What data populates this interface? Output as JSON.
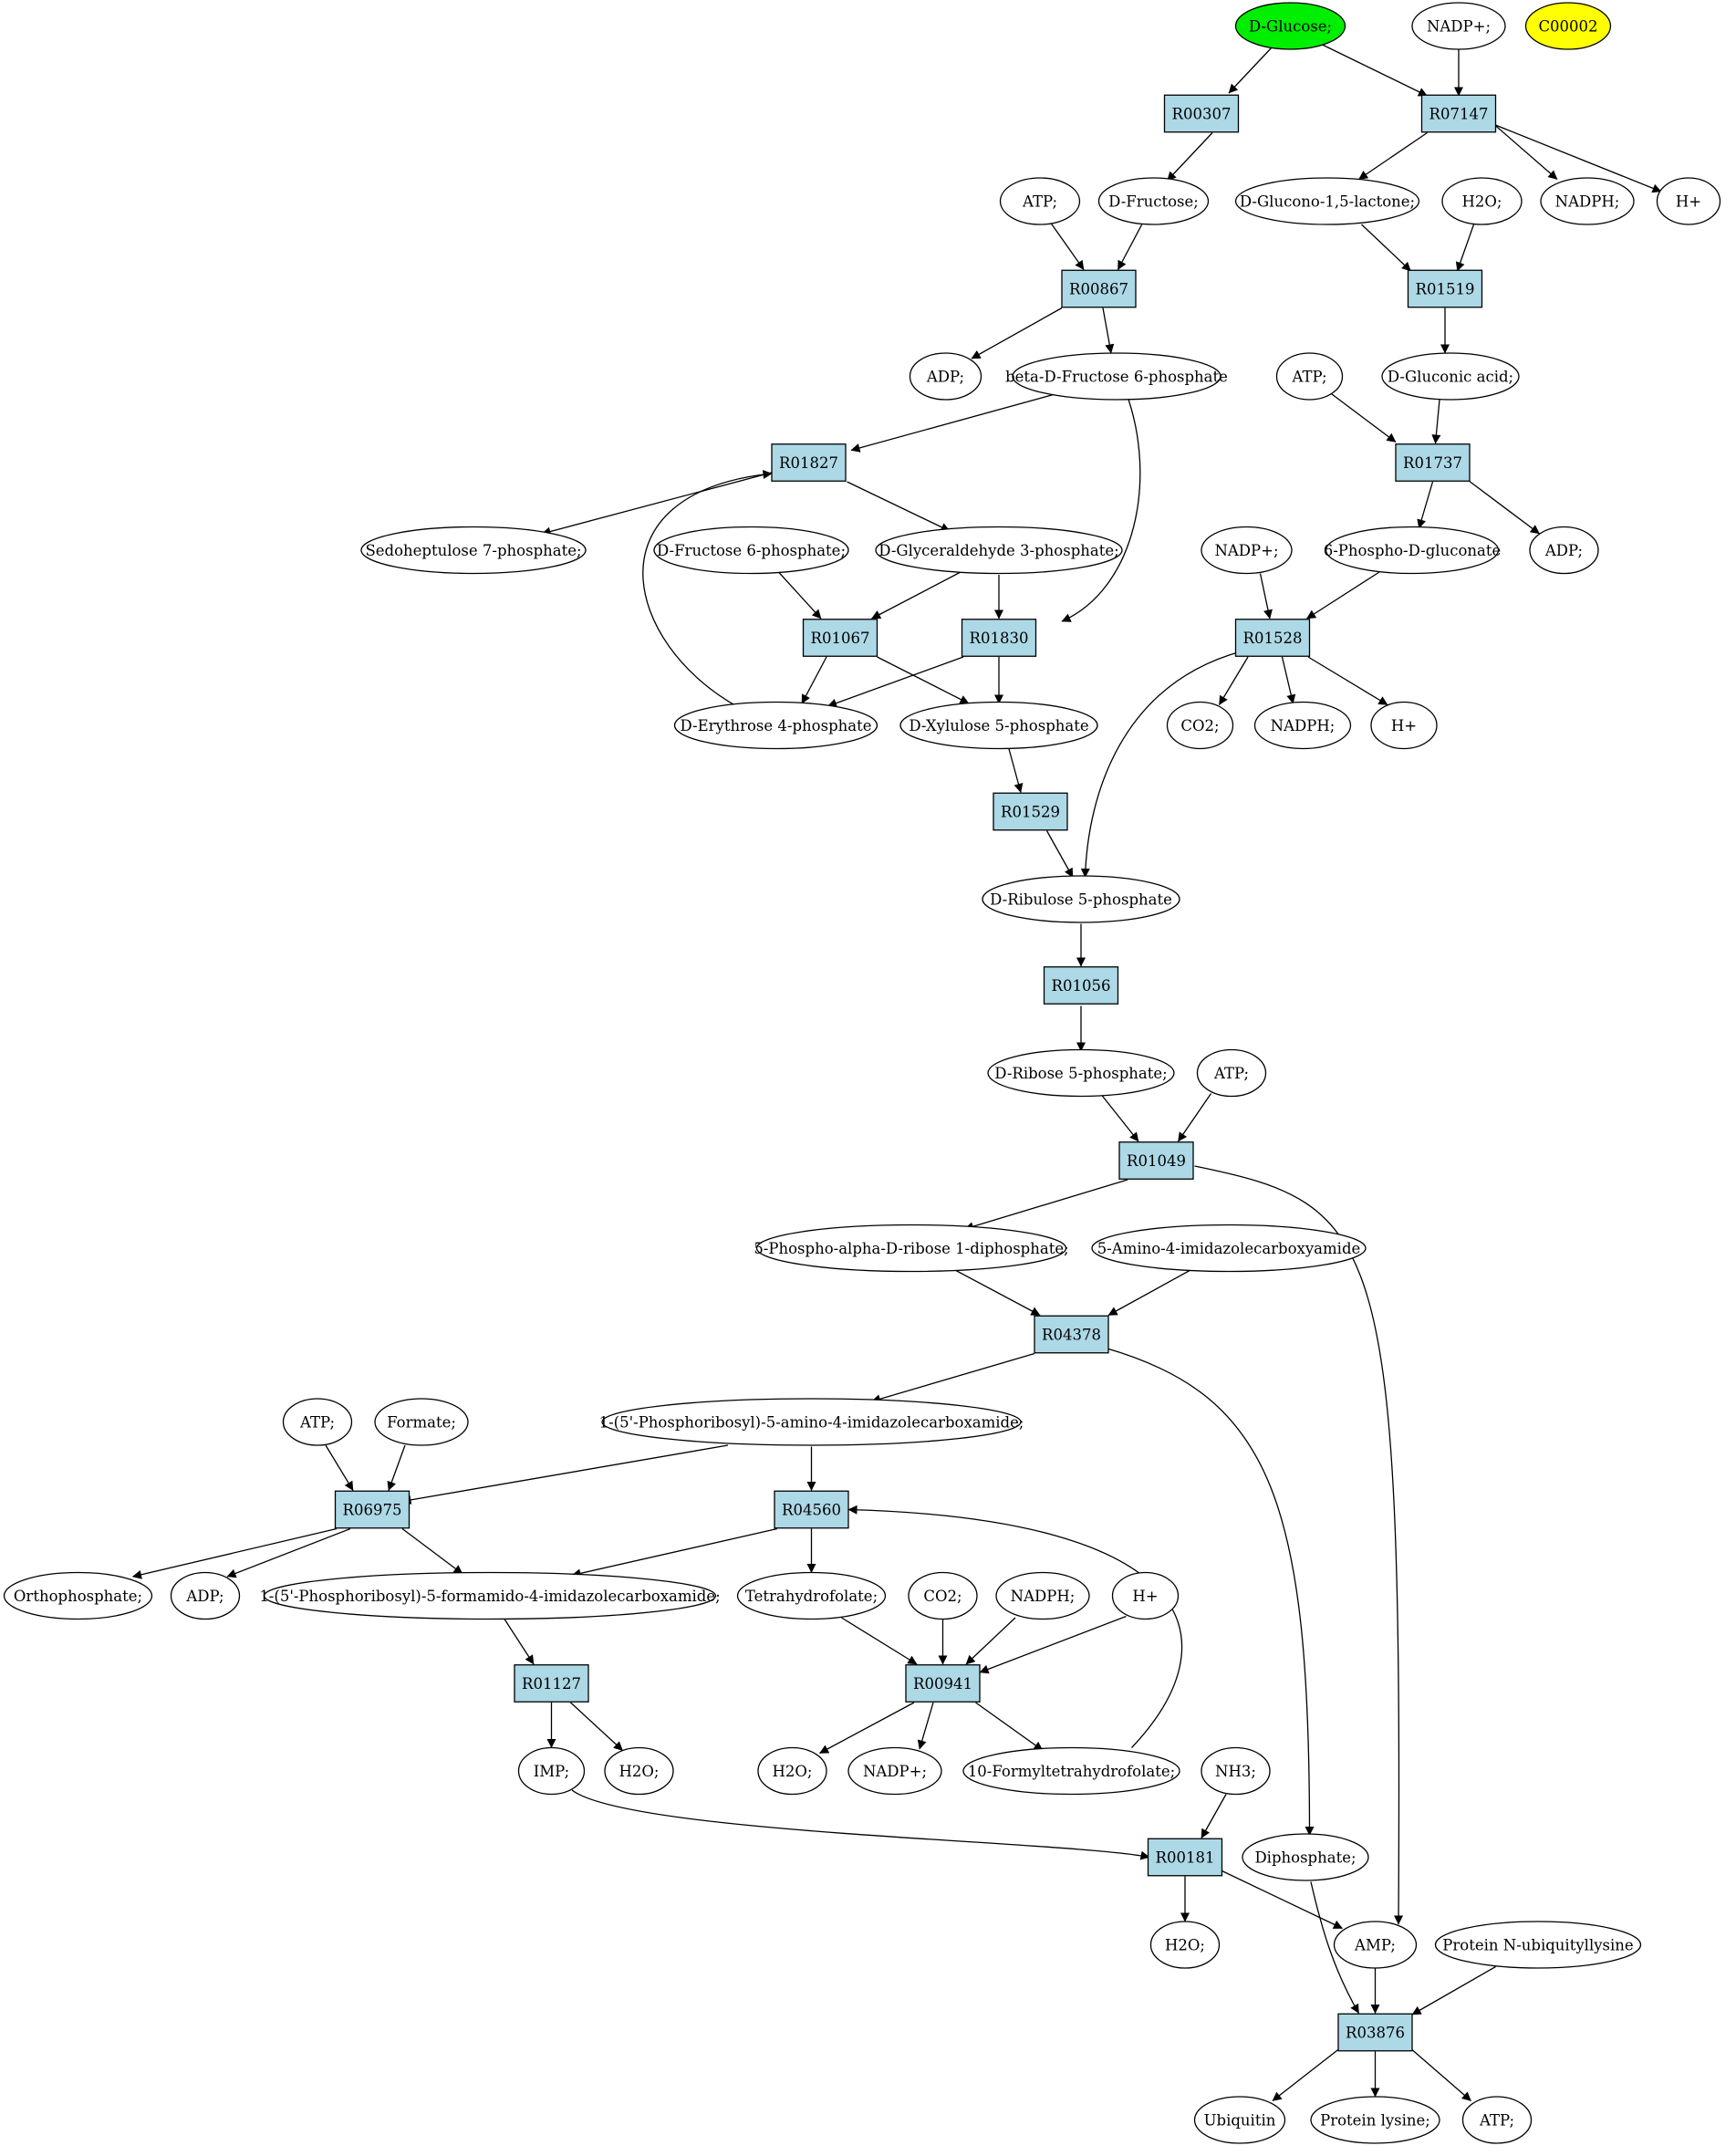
{
  "colors": {
    "reaction_fill": "#add8e6",
    "start_fill": "#00ee00",
    "highlight_fill": "#ffff00",
    "compound_fill": "#ffffff",
    "stroke": "#000000"
  },
  "reactions": {
    "r00307": "R00307",
    "r07147": "R07147",
    "r00867": "R00867",
    "r01519": "R01519",
    "r01827": "R01827",
    "r01737": "R01737",
    "r01067": "R01067",
    "r01830": "R01830",
    "r01528": "R01528",
    "r01529": "R01529",
    "r01056": "R01056",
    "r01049": "R01049",
    "r04378": "R04378",
    "r06975": "R06975",
    "r04560": "R04560",
    "r01127": "R01127",
    "r00941": "R00941",
    "r00181": "R00181",
    "r03876": "R03876"
  },
  "compounds": {
    "glucose": "D-Glucose;",
    "nadp1": "NADP+;",
    "c00002": "C00002",
    "atp1": "ATP;",
    "fructose": "D-Fructose;",
    "gluconolactone": "D-Glucono-1,5-lactone;",
    "h2o1": "H2O;",
    "nadph1": "NADPH;",
    "h1": "H+",
    "adp1": "ADP;",
    "bfru6p": "beta-D-Fructose 6-phosphate",
    "atp2": "ATP;",
    "gluconic": "D-Gluconic acid;",
    "sed7p": "Sedoheptulose 7-phosphate;",
    "fru6p": "D-Fructose 6-phosphate;",
    "g3p": "D-Glyceraldehyde 3-phosphate;",
    "nadp2": "NADP+;",
    "pgluconate": "6-Phospho-D-gluconate",
    "adp2": "ADP;",
    "e4p": "D-Erythrose 4-phosphate",
    "xu5p": "D-Xylulose 5-phosphate",
    "co2a": "CO2;",
    "nadph2": "NADPH;",
    "h2": "H+",
    "ru5p": "D-Ribulose 5-phosphate",
    "r5p": "D-Ribose 5-phosphate;",
    "atp3": "ATP;",
    "prpp": "5-Phospho-alpha-D-ribose 1-diphosphate;",
    "aica": "5-Amino-4-imidazolecarboxyamide",
    "aicar": "1-(5'-Phosphoribosyl)-5-amino-4-imidazolecarboxamide;",
    "atp4": "ATP;",
    "formate": "Formate;",
    "ortho": "Orthophosphate;",
    "adp3": "ADP;",
    "faicar": "1-(5'-Phosphoribosyl)-5-formamido-4-imidazolecarboxamide;",
    "thf": "Tetrahydrofolate;",
    "co2b": "CO2;",
    "nadph3": "NADPH;",
    "h3": "H+",
    "imp": "IMP;",
    "h2o2": "H2O;",
    "h2o3": "H2O;",
    "nadp3": "NADP+;",
    "fthf": "10-Formyltetrahydrofolate;",
    "nh3": "NH3;",
    "diphosphate": "Diphosphate;",
    "h2o4": "H2O;",
    "amp": "AMP;",
    "protub": "Protein N-ubiquityllysine",
    "ubiquitin": "Ubiquitin",
    "protlys": "Protein lysine;",
    "atp5": "ATP;"
  }
}
